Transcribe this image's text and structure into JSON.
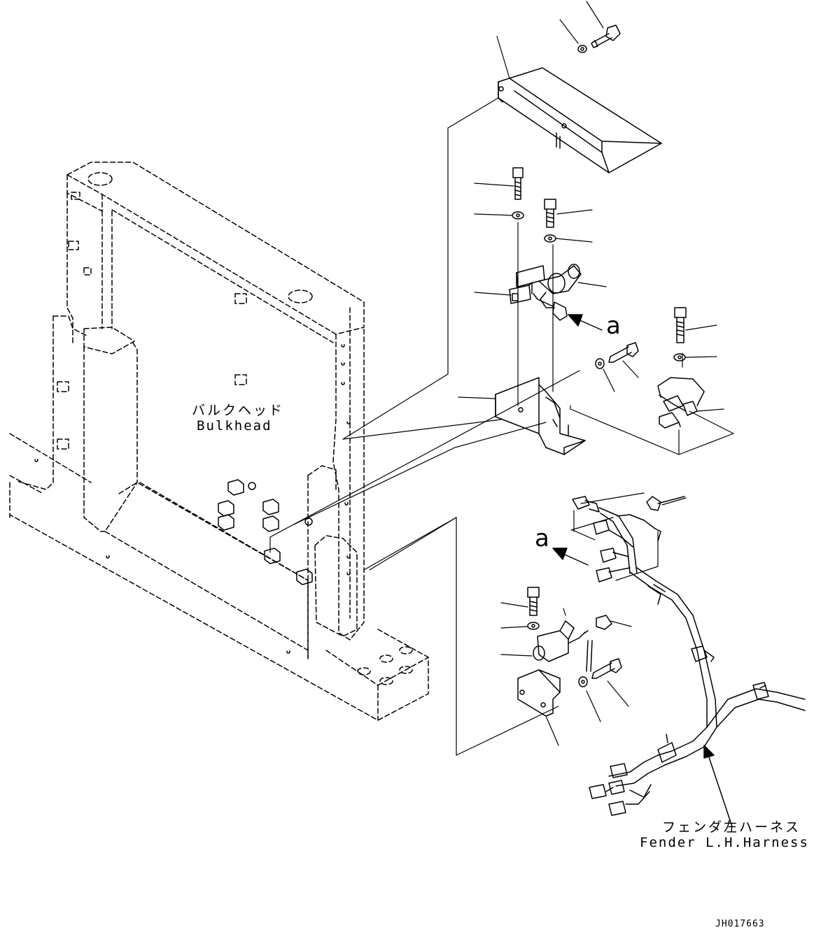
{
  "labels": {
    "bulkhead_jp": "バルクヘッド",
    "bulkhead_en": "Bulkhead",
    "harness_jp": "フェンダ左ハーネス",
    "harness_en": "Fender L.H.Harness",
    "view_marker_1": "a",
    "view_marker_2": "a",
    "drawing_code": "JH017663"
  }
}
